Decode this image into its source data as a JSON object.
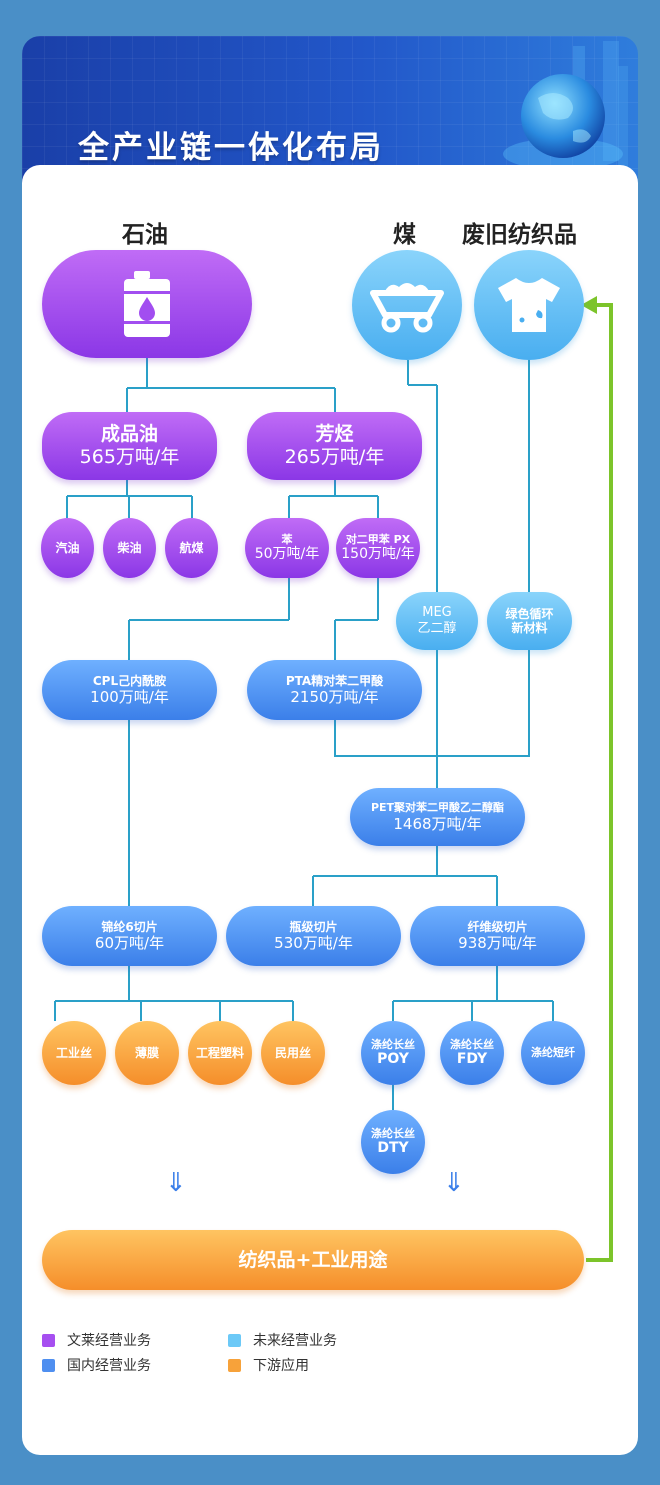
{
  "title": "全产业链一体化布局",
  "sources": {
    "oil": "石油",
    "coal": "煤",
    "textile": "废旧纺织品"
  },
  "nodes": {
    "refined_oil": {
      "name": "成品油",
      "cap": "565万吨/年"
    },
    "aromatics": {
      "name": "芳烃",
      "cap": "265万吨/年"
    },
    "gasoline": "汽油",
    "diesel": "柴油",
    "jetfuel": "航煤",
    "benzene": {
      "name": "苯",
      "cap": "50万吨/年"
    },
    "px": {
      "name": "对二甲苯 PX",
      "cap": "150万吨/年"
    },
    "meg": {
      "name": "MEG",
      "sub": "乙二醇"
    },
    "green": {
      "name": "绿色循环",
      "sub": "新材料"
    },
    "cpl": {
      "name": "CPL己内酰胺",
      "cap": "100万吨/年"
    },
    "pta": {
      "name": "PTA精对苯二甲酸",
      "cap": "2150万吨/年"
    },
    "pet": {
      "name": "PET聚对苯二甲酸乙二醇酯",
      "cap": "1468万吨/年"
    },
    "nylon": {
      "name": "锦纶6切片",
      "cap": "60万吨/年"
    },
    "bottle": {
      "name": "瓶级切片",
      "cap": "530万吨/年"
    },
    "fiber": {
      "name": "纤维级切片",
      "cap": "938万吨/年"
    },
    "industrial_yarn": "工业丝",
    "film": "薄膜",
    "plastic": "工程塑料",
    "civil_yarn": "民用丝",
    "poy": {
      "name": "涤纶长丝",
      "sub": "POY"
    },
    "fdy": {
      "name": "涤纶长丝",
      "sub": "FDY"
    },
    "staple": "涤纶短纤",
    "dty": {
      "name": "涤纶长丝",
      "sub": "DTY"
    },
    "final": "纺织品+工业用途"
  },
  "legend": [
    {
      "label": "文莱经营业务",
      "color": "#a64ff0"
    },
    {
      "label": "未来经营业务",
      "color": "#6cc9f7"
    },
    {
      "label": "国内经营业务",
      "color": "#4f8ff0"
    },
    {
      "label": "下游应用",
      "color": "#f7a23a"
    }
  ],
  "colors": {
    "line": "#2aa0c8",
    "recycle_arrow": "#7cc42a"
  }
}
